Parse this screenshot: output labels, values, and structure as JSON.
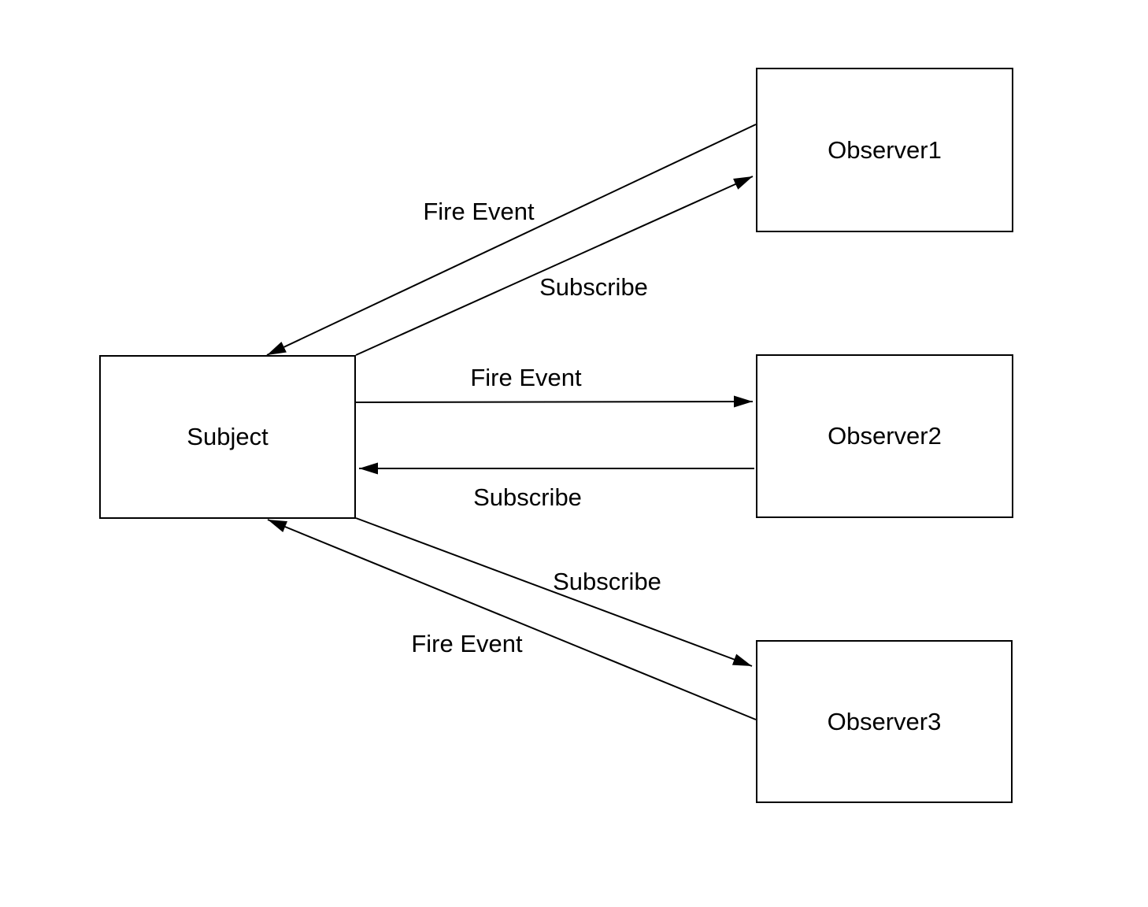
{
  "diagram": {
    "type": "observer-pattern-diagram",
    "colors": {
      "background": "#ffffff",
      "line": "#000000",
      "box_border": "#000000",
      "text": "#000000"
    },
    "nodes": [
      {
        "id": "subject",
        "label": "Subject"
      },
      {
        "id": "observer1",
        "label": "Observer1"
      },
      {
        "id": "observer2",
        "label": "Observer2"
      },
      {
        "id": "observer3",
        "label": "Observer3"
      }
    ],
    "edges": [
      {
        "label": "Fire Event",
        "from": "observer1",
        "to": "subject"
      },
      {
        "label": "Subscribe",
        "from": "subject",
        "to": "observer1"
      },
      {
        "label": "Fire Event",
        "from": "subject",
        "to": "observer2"
      },
      {
        "label": "Subscribe",
        "from": "observer2",
        "to": "subject"
      },
      {
        "label": "Subscribe",
        "from": "subject",
        "to": "observer3"
      },
      {
        "label": "Fire Event",
        "from": "observer3",
        "to": "subject"
      }
    ]
  }
}
